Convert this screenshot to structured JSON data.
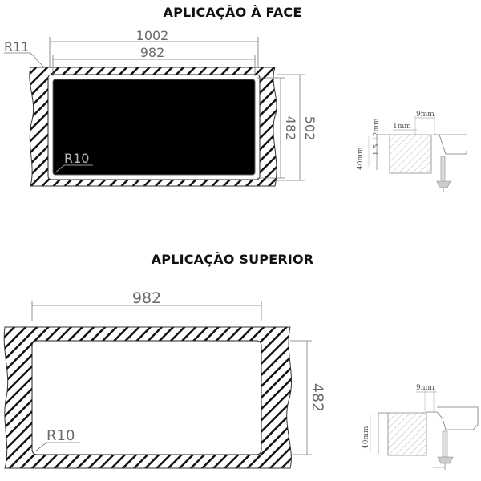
{
  "titles": {
    "top": "APLICAÇÃO À FACE",
    "bottom": "APLICAÇÃO SUPERIOR"
  },
  "top_view": {
    "width_outer": "1002",
    "width_inner": "982",
    "height_outer": "502",
    "height_inner": "482",
    "radius_outer": "R11",
    "radius_inner": "R10"
  },
  "top_section": {
    "gap": "9mm",
    "lip": "1mm",
    "thickness": "1.5",
    "depth_small": "12mm",
    "depth": "40mm"
  },
  "bottom_view": {
    "width": "982",
    "height": "482",
    "radius": "R10"
  },
  "bottom_section": {
    "gap": "9mm",
    "depth": "40mm"
  }
}
